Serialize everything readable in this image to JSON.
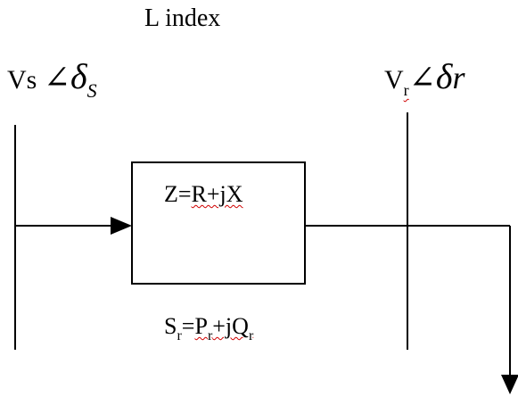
{
  "title": "L index",
  "sending_bus": {
    "voltage": "Vs",
    "angle_symbol": "∠",
    "delta": "δ",
    "angle_subscript": "S"
  },
  "receiving_bus": {
    "voltage": "V",
    "voltage_subscript": "r",
    "angle_symbol": "∠",
    "delta": "δ",
    "angle_suffix": "r"
  },
  "impedance": {
    "prefix": "Z=",
    "value": "R+jX"
  },
  "power": {
    "S": "S",
    "S_sub": "r",
    "eq": "=",
    "P": "P",
    "P_sub": "r",
    "plus_j": "+jQ",
    "Q_sub": "r"
  }
}
